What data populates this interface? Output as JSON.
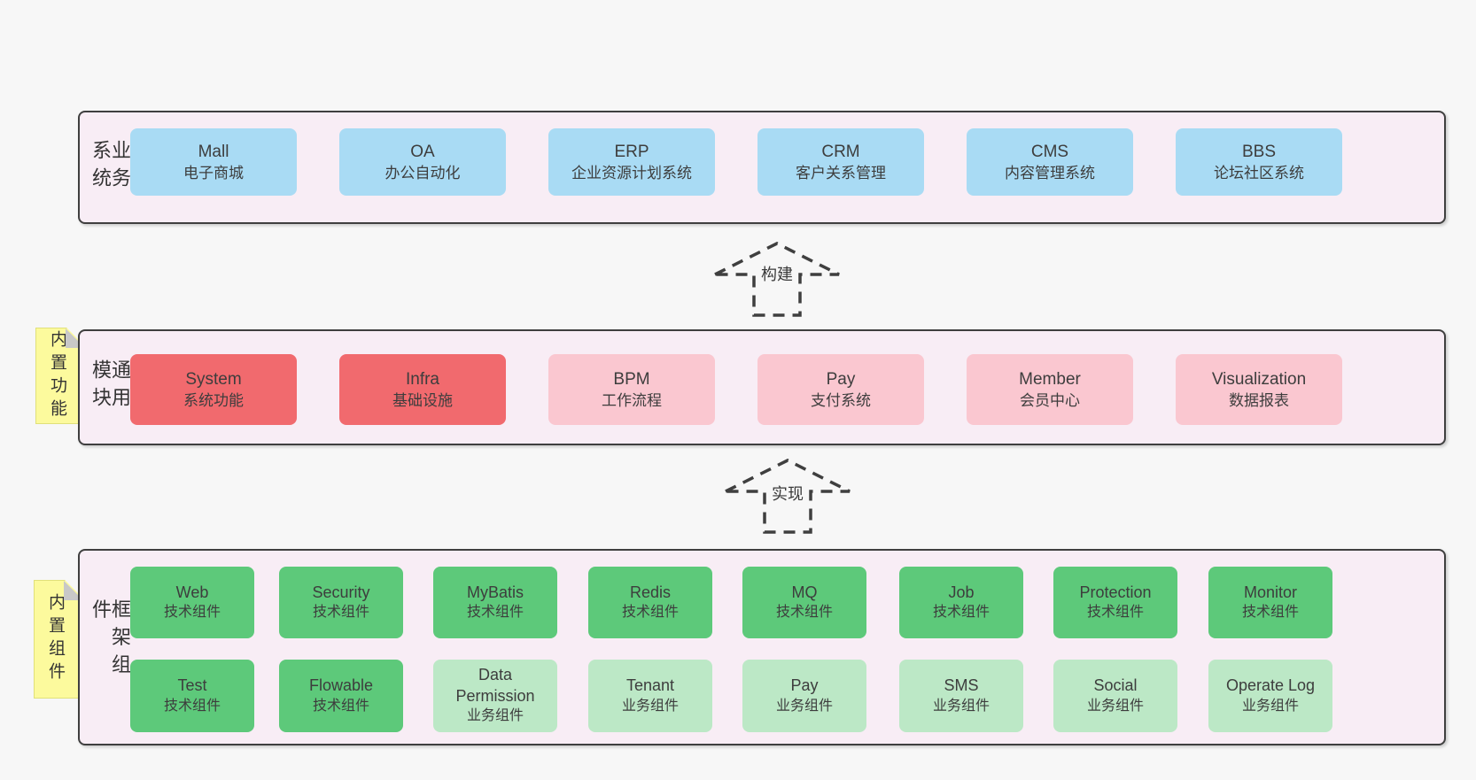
{
  "diagram": {
    "bands": [
      {
        "label": "业务系统",
        "boxes": [
          {
            "name": "Mall",
            "desc": "电子商城"
          },
          {
            "name": "OA",
            "desc": "办公自动化"
          },
          {
            "name": "ERP",
            "desc": "企业资源计划系统"
          },
          {
            "name": "CRM",
            "desc": "客户关系管理"
          },
          {
            "name": "CMS",
            "desc": "内容管理系统"
          },
          {
            "name": "BBS",
            "desc": "论坛社区系统"
          }
        ]
      },
      {
        "label": "通用模块",
        "sticky": "内置功能",
        "boxes": [
          {
            "name": "System",
            "desc": "系统功能"
          },
          {
            "name": "Infra",
            "desc": "基础设施"
          },
          {
            "name": "BPM",
            "desc": "工作流程"
          },
          {
            "name": "Pay",
            "desc": "支付系统"
          },
          {
            "name": "Member",
            "desc": "会员中心"
          },
          {
            "name": "Visualization",
            "desc": "数据报表"
          }
        ]
      },
      {
        "label": "框架组件",
        "sticky": "内置组件",
        "rows": [
          [
            {
              "name": "Web",
              "desc": "技术组件"
            },
            {
              "name": "Security",
              "desc": "技术组件"
            },
            {
              "name": "MyBatis",
              "desc": "技术组件"
            },
            {
              "name": "Redis",
              "desc": "技术组件"
            },
            {
              "name": "MQ",
              "desc": "技术组件"
            },
            {
              "name": "Job",
              "desc": "技术组件"
            },
            {
              "name": "Protection",
              "desc": "技术组件"
            },
            {
              "name": "Monitor",
              "desc": "技术组件"
            }
          ],
          [
            {
              "name": "Test",
              "desc": "技术组件"
            },
            {
              "name": "Flowable",
              "desc": "技术组件"
            },
            {
              "name": "Data Permission",
              "desc": "业务组件"
            },
            {
              "name": "Tenant",
              "desc": "业务组件"
            },
            {
              "name": "Pay",
              "desc": "业务组件"
            },
            {
              "name": "SMS",
              "desc": "业务组件"
            },
            {
              "name": "Social",
              "desc": "业务组件"
            },
            {
              "name": "Operate Log",
              "desc": "业务组件"
            }
          ]
        ]
      }
    ],
    "arrows": [
      {
        "label": "构建"
      },
      {
        "label": "实现"
      }
    ],
    "colors": {
      "page_bg": "#f7f7f7",
      "band_bg": "#f8edf5",
      "band_border": "#3f3f3f",
      "blue_box": "#a9dbf4",
      "red_box": "#f16a6e",
      "pink_box": "#fac7d0",
      "green_dark_box": "#5dc97a",
      "green_light_box": "#bce8c6",
      "sticky_yellow": "#fcfa9d",
      "sticky_fold_gray": "#c8c8c8"
    }
  }
}
